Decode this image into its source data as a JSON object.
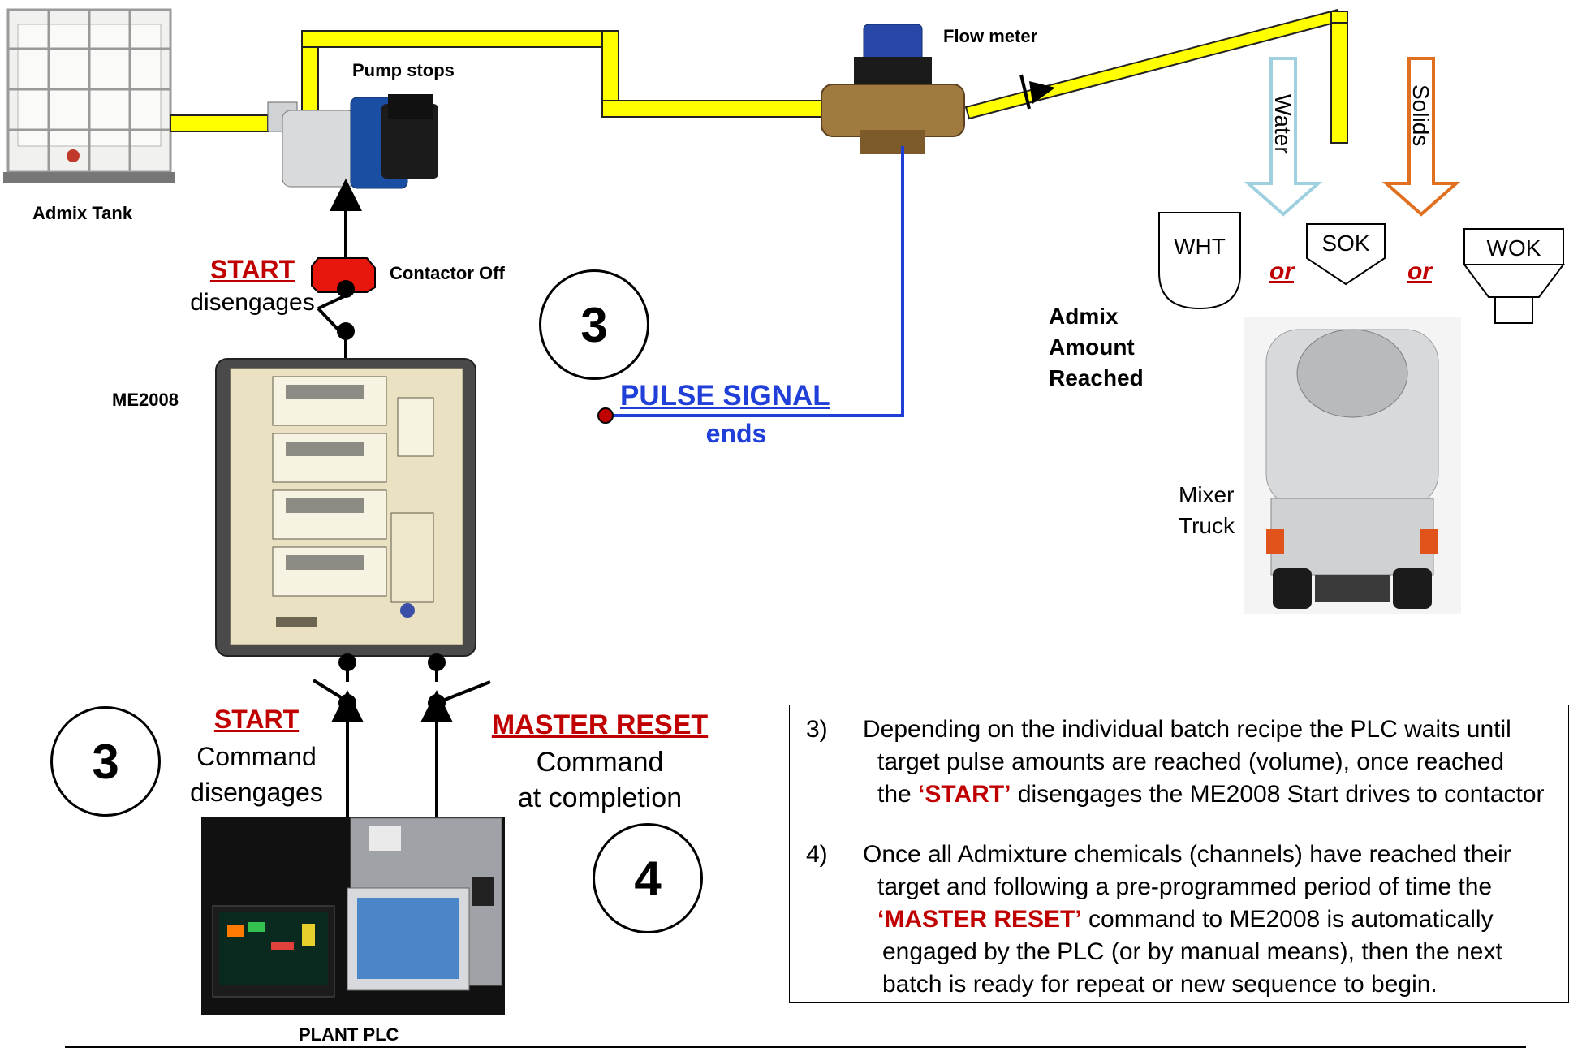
{
  "equipment": {
    "admix_tank": "Admix Tank",
    "pump": "Pump stops",
    "flow_meter": "Flow meter",
    "contactor": "Contactor Off",
    "controller": "ME2008",
    "plc": "PLANT PLC",
    "mixer_truck_line1": "Mixer",
    "mixer_truck_line2": "Truck"
  },
  "signals": {
    "start_top": "START",
    "start_top_sub": "disengages",
    "pulse_signal": "PULSE SIGNAL",
    "pulse_signal_sub": "ends",
    "start_bottom": "START",
    "start_bottom_sub1": "Command",
    "start_bottom_sub2": "disengages",
    "master_reset": "MASTER RESET",
    "master_reset_sub1": "Command",
    "master_reset_sub2": "at completion"
  },
  "steps": {
    "step3_top": "3",
    "step3_bottom": "3",
    "step4": "4"
  },
  "discharge": {
    "water": "Water",
    "solids": "Solids",
    "wht": "WHT",
    "sok": "SOK",
    "wok": "WOK",
    "or1": "or",
    "or2": "or",
    "admix_line1": "Admix",
    "admix_line2": "Amount",
    "admix_line3": "Reached"
  },
  "notes": {
    "n3_num": "3)",
    "n3_l1": "Depending on the individual batch recipe the PLC waits until",
    "n3_l2": "target pulse amounts are reached (volume), once reached",
    "n3_l3a": "the ",
    "n3_l3b": "‘START’",
    "n3_l3c": " disengages the ME2008 Start drives to contactor",
    "n4_num": "4)",
    "n4_l1": "Once all Admixture chemicals (channels) have reached their",
    "n4_l2": "target and following a pre-programmed period of time the",
    "n4_l3a": "‘MASTER RESET’",
    "n4_l3b": " command to ME2008 is automatically",
    "n4_l4": "engaged by the PLC (or by manual means), then the next",
    "n4_l5": "batch is ready for repeat or new sequence to begin."
  },
  "colors": {
    "pipe": "#ffff00",
    "pipe_edge": "#222222",
    "signal_line": "#1f3fd8",
    "highlight": "#c00000",
    "water_arrow": "#9fd0e0",
    "solids_arrow": "#e07020"
  }
}
